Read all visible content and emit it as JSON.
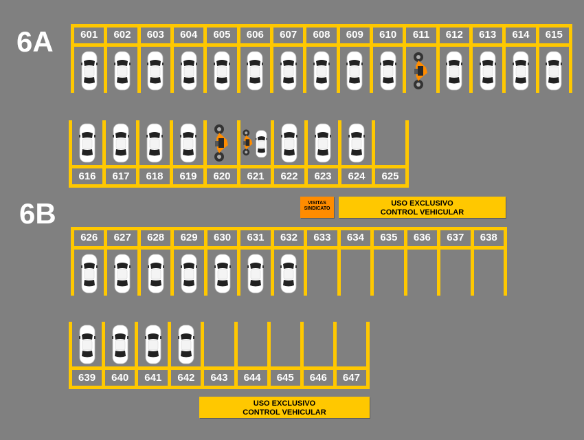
{
  "zones": [
    {
      "id": "6A",
      "label": "6A"
    },
    {
      "id": "6B",
      "label": "6B"
    }
  ],
  "rows": [
    {
      "id": "row-601-615",
      "orientation": "top",
      "spots": [
        {
          "number": "601",
          "occupant": "car"
        },
        {
          "number": "602",
          "occupant": "car"
        },
        {
          "number": "603",
          "occupant": "car"
        },
        {
          "number": "604",
          "occupant": "car"
        },
        {
          "number": "605",
          "occupant": "car"
        },
        {
          "number": "606",
          "occupant": "car"
        },
        {
          "number": "607",
          "occupant": "car"
        },
        {
          "number": "608",
          "occupant": "car"
        },
        {
          "number": "609",
          "occupant": "car"
        },
        {
          "number": "610",
          "occupant": "car"
        },
        {
          "number": "611",
          "occupant": "motorcycle"
        },
        {
          "number": "612",
          "occupant": "car"
        },
        {
          "number": "613",
          "occupant": "car"
        },
        {
          "number": "614",
          "occupant": "car"
        },
        {
          "number": "615",
          "occupant": "car"
        }
      ]
    },
    {
      "id": "row-616-625",
      "orientation": "bottom",
      "spots": [
        {
          "number": "616",
          "occupant": "car"
        },
        {
          "number": "617",
          "occupant": "car"
        },
        {
          "number": "618",
          "occupant": "car"
        },
        {
          "number": "619",
          "occupant": "car"
        },
        {
          "number": "620",
          "occupant": "motorcycle"
        },
        {
          "number": "621",
          "occupant": "motorcycle+car"
        },
        {
          "number": "622",
          "occupant": "car"
        },
        {
          "number": "623",
          "occupant": "car"
        },
        {
          "number": "624",
          "occupant": "car"
        },
        {
          "number": "625",
          "occupant": "empty"
        }
      ]
    },
    {
      "id": "row-626-638",
      "orientation": "top",
      "spots": [
        {
          "number": "626",
          "occupant": "car"
        },
        {
          "number": "627",
          "occupant": "car"
        },
        {
          "number": "628",
          "occupant": "car"
        },
        {
          "number": "629",
          "occupant": "car"
        },
        {
          "number": "630",
          "occupant": "car"
        },
        {
          "number": "631",
          "occupant": "car"
        },
        {
          "number": "632",
          "occupant": "car"
        },
        {
          "number": "633",
          "occupant": "empty"
        },
        {
          "number": "634",
          "occupant": "empty"
        },
        {
          "number": "635",
          "occupant": "empty"
        },
        {
          "number": "636",
          "occupant": "empty"
        },
        {
          "number": "637",
          "occupant": "empty"
        },
        {
          "number": "638",
          "occupant": "empty"
        }
      ]
    },
    {
      "id": "row-639-647",
      "orientation": "bottom",
      "spots": [
        {
          "number": "639",
          "occupant": "car"
        },
        {
          "number": "640",
          "occupant": "car"
        },
        {
          "number": "641",
          "occupant": "car"
        },
        {
          "number": "642",
          "occupant": "car"
        },
        {
          "number": "643",
          "occupant": "empty"
        },
        {
          "number": "644",
          "occupant": "empty"
        },
        {
          "number": "645",
          "occupant": "empty"
        },
        {
          "number": "646",
          "occupant": "empty"
        },
        {
          "number": "647",
          "occupant": "empty"
        }
      ]
    }
  ],
  "signs": {
    "visitas": {
      "line1": "VISITAS",
      "line2": "SINDICATO"
    },
    "uso_exclusivo_top": {
      "line1": "USO EXCLUSIVO",
      "line2": "CONTROL VEHICULAR"
    },
    "uso_exclusivo_bottom": {
      "line1": "USO EXCLUSIVO",
      "line2": "CONTROL VEHICULAR"
    }
  },
  "colors": {
    "background": "#808080",
    "line": "#ffc800",
    "visitas_sign": "#ff8c00",
    "text": "#ffffff",
    "car_body": "#ffffff",
    "motorcycle_accent": "#ff8c00"
  }
}
